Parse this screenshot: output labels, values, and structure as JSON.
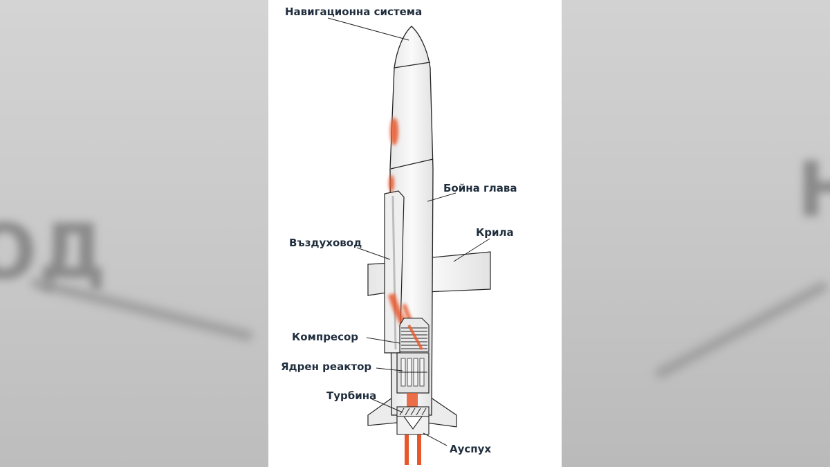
{
  "background_text": {
    "left": "ОД",
    "right": "Н"
  },
  "labels": {
    "navigation": "Навигационна система",
    "warhead": "Бойна глава",
    "air_duct": "Въздуховод",
    "wings": "Крила",
    "compressor": "Компресор",
    "reactor": "Ядрен реактор",
    "turbine": "Турбина",
    "exhaust": "Ауспух"
  },
  "colors": {
    "label_text": "#1f2d3d",
    "missile_body": "#f2f2f2",
    "outline": "#222222",
    "exhaust_stream": "#e8572a"
  }
}
